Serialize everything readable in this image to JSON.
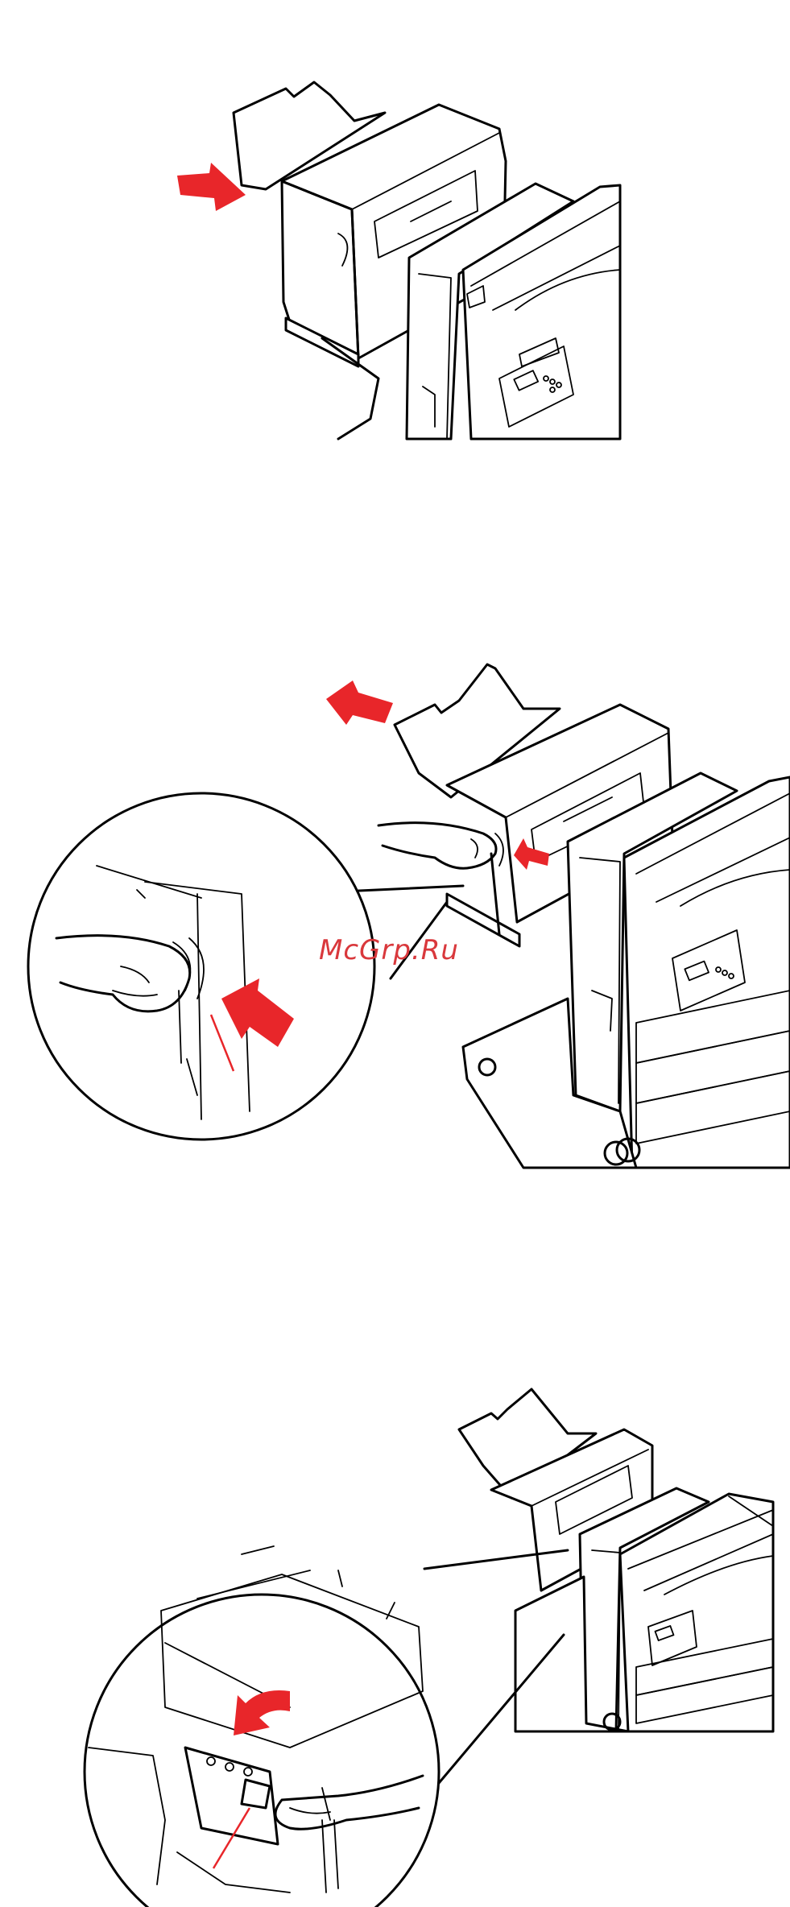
{
  "figures": [
    {
      "id": "figure-1"
    },
    {
      "id": "figure-2"
    },
    {
      "id": "figure-3"
    }
  ],
  "watermark": {
    "text": "McGrp.Ru"
  },
  "colors": {
    "arrow": "#e8262a",
    "line": "#000000",
    "background": "#ffffff"
  }
}
